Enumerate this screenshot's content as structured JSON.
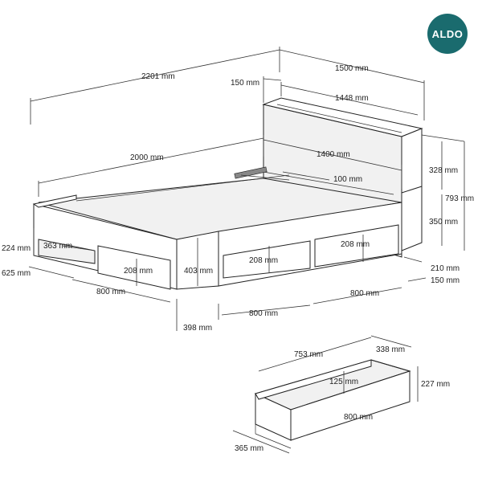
{
  "brand": {
    "logo_text": "ALDO",
    "logo_color": "#1a6b6e"
  },
  "dimensions": {
    "total_length": "2201 mm",
    "total_width": "1500 mm",
    "headboard_depth": "150 mm",
    "inner_width": "1448 mm",
    "mattress_length": "2000 mm",
    "mattress_width": "1400 mm",
    "slat_gap": "100 mm",
    "shelf_upper": "328 mm",
    "total_height": "793 mm",
    "shelf_lower": "350 mm",
    "side_height": "224 mm",
    "niche_width": "363 mm",
    "niche_depth": "625 mm",
    "drawer_front_h_left": "208 mm",
    "drawer_front_h_mid": "208 mm",
    "drawer_front_h_right": "208 mm",
    "frame_height": "403 mm",
    "footboard_height": "210 mm",
    "footboard_depth": "150 mm",
    "drawer_w_left": "800 mm",
    "drawer_w_mid": "800 mm",
    "drawer_w_right": "800 mm",
    "end_offset": "398 mm"
  },
  "drawer_detail": {
    "length": "753 mm",
    "depth": "338 mm",
    "inner_height": "125 mm",
    "height": "227 mm",
    "front_width": "800 mm",
    "bottom_depth": "365 mm"
  }
}
